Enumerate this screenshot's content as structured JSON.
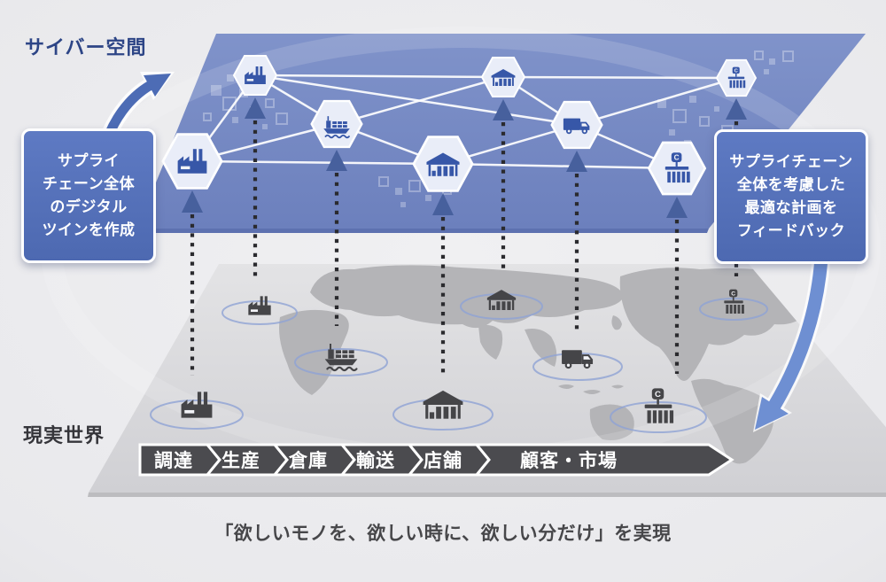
{
  "labels": {
    "cyber": "サイバー空間",
    "real": "現実世界"
  },
  "callout_left": {
    "lines": [
      "サプライ",
      "チェーン全体",
      "のデジタル",
      "ツインを作成"
    ]
  },
  "callout_right": {
    "lines": [
      "サプライチェーン",
      "全体を考慮した",
      "最適な計画を",
      "フィードバック"
    ]
  },
  "process": {
    "steps": [
      "調達",
      "生産",
      "倉庫",
      "輸送",
      "店舗",
      "顧客・市場"
    ]
  },
  "caption": {
    "text": "「欲しいモノを、欲しい時に、欲しい分だけ」を実現"
  },
  "icons": {
    "factory": "factory-icon",
    "ship": "cargo-ship-icon",
    "warehouse": "warehouse-icon",
    "truck": "truck-icon",
    "store": "market-store-icon",
    "store_sign_letter": "C",
    "up_arrow": "up-arrow-icon",
    "swoosh_up": "curved-arrow-up-icon",
    "feedback_arrow": "feedback-arrow-down-icon"
  },
  "colors": {
    "cyber_plane": "#7587c3",
    "real_plane": "#d6d6d9",
    "map_land": "#b4b4b7",
    "hex_fill": "#e9edf8",
    "icon_blue": "#3757a8",
    "icon_gray": "#454548",
    "callout_bg": "#5271b9",
    "chevron_bg": "#4b4b4f",
    "label_navy": "#2d4586",
    "text_dark": "#47474a"
  }
}
